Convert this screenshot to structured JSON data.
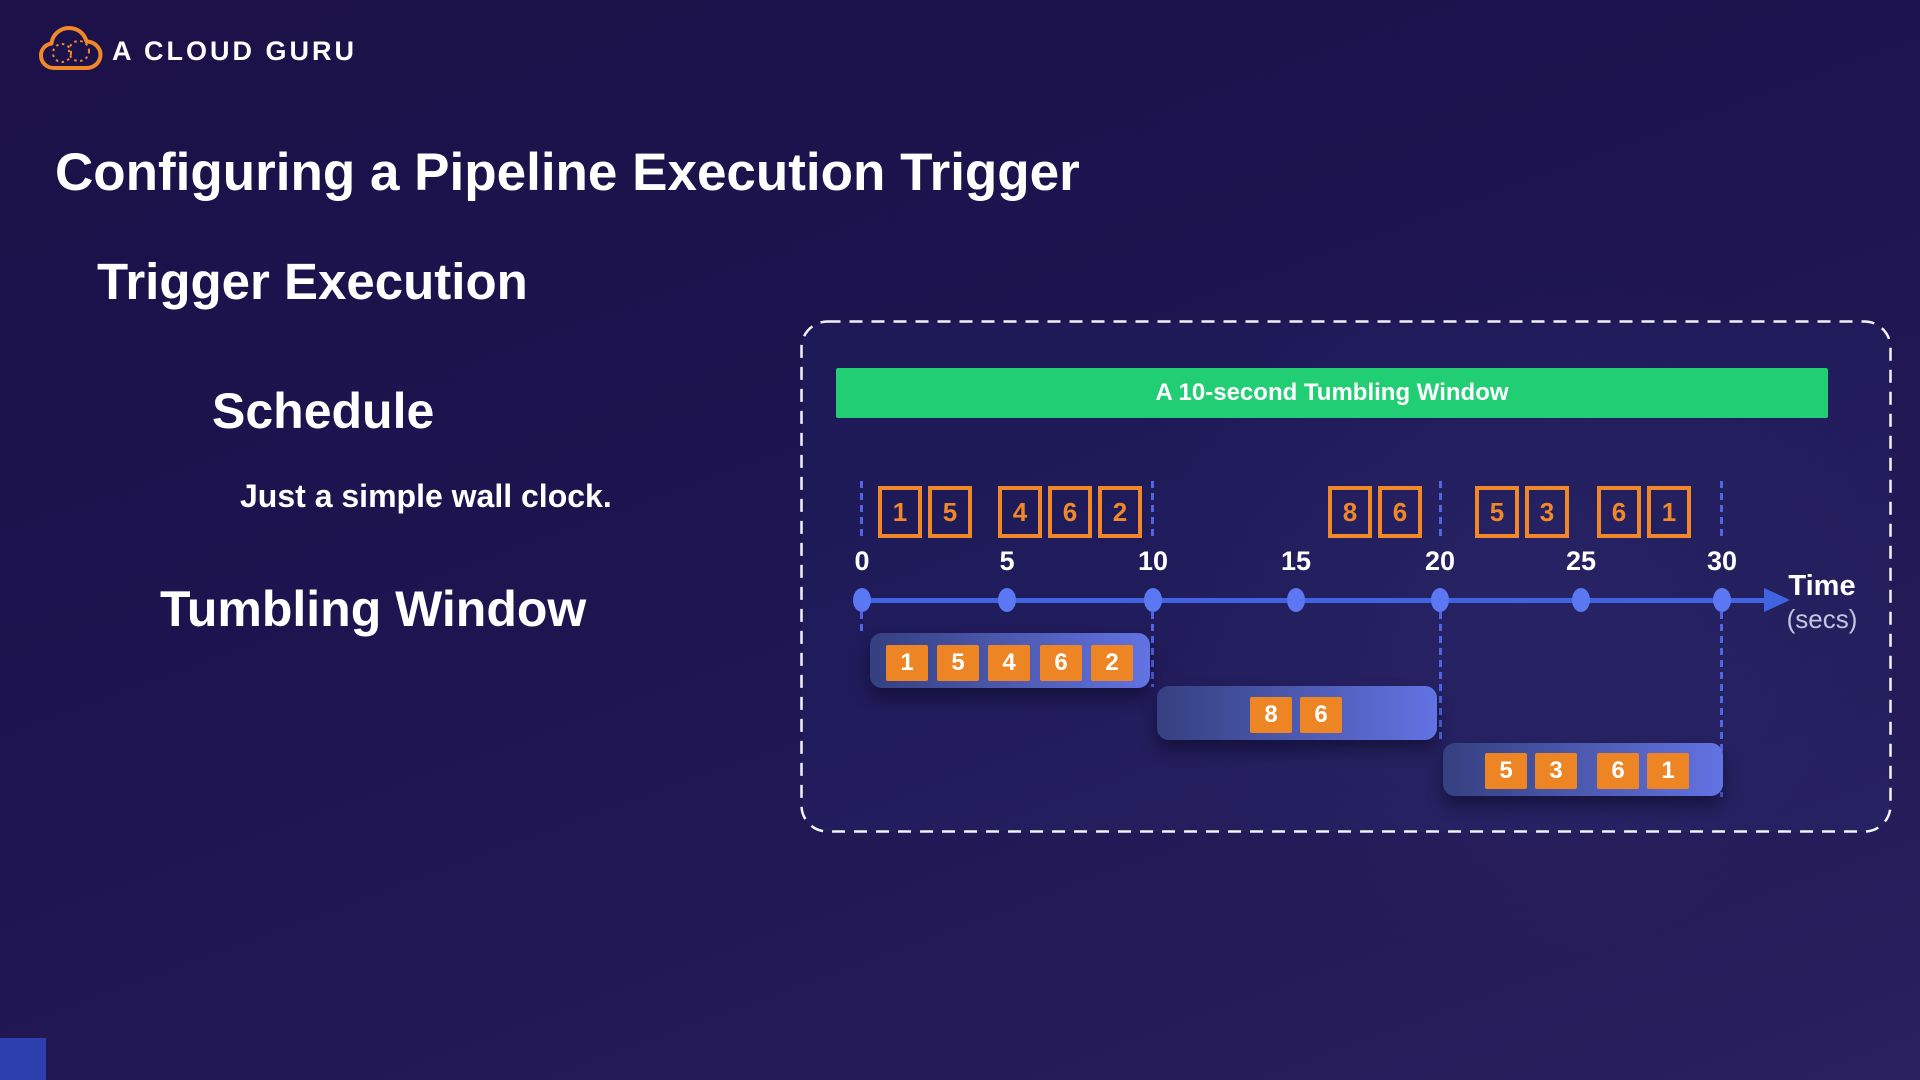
{
  "brand": {
    "name": "A CLOUD GURU"
  },
  "slide": {
    "title": "Configuring a Pipeline Execution Trigger",
    "subtitle": "Trigger Execution",
    "schedule_label": "Schedule",
    "schedule_note": "Just a simple wall clock.",
    "tumbling_label": "Tumbling Window"
  },
  "diagram": {
    "banner_label": "A 10-second Tumbling Window",
    "ticks": [
      0,
      5,
      10,
      15,
      20,
      25,
      30
    ],
    "axis_label": "Time",
    "axis_sublabel": "(secs)",
    "stream": [
      1,
      5,
      4,
      6,
      2,
      8,
      6,
      5,
      3,
      6,
      1
    ],
    "windows": [
      {
        "values": [
          1,
          5,
          4,
          6,
          2
        ]
      },
      {
        "values": [
          8,
          6
        ]
      },
      {
        "values": [
          5,
          3,
          6,
          1
        ]
      }
    ]
  },
  "colors": {
    "background": "#1d1349",
    "banner_green": "#22ce74",
    "event_outline_orange": "#f0882a",
    "event_fill_orange": "#ed8524",
    "timeline_blue": "#4263e0",
    "guide_dash_blue": "#5064e4",
    "window_gradient_start": "#34407f",
    "window_gradient_end": "#6273e3",
    "panel_border_white": "#ffffff",
    "corner_blue": "#2d3fae"
  }
}
